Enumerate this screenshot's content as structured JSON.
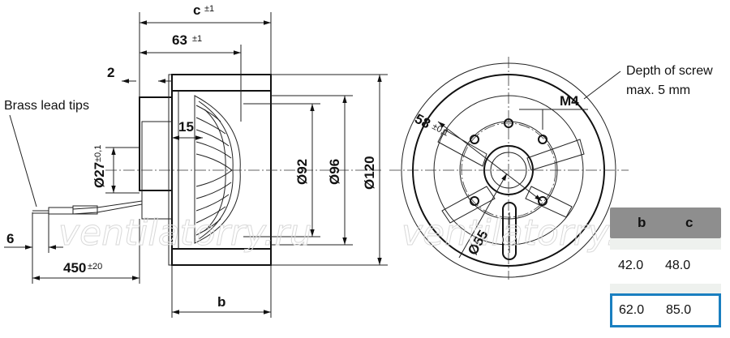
{
  "dimensions": {
    "c": "c",
    "c_tol": "±1",
    "d63": "63",
    "d63_tol": "±1",
    "d2": "2",
    "d15": "15",
    "d27": "Ø27",
    "d27_tol": "±0,1",
    "d92": "Ø92",
    "d96": "Ø96",
    "d120": "Ø120",
    "d6": "6",
    "d450": "450",
    "d450_tol": "±20",
    "b": "b",
    "d58": "58",
    "d58_tol": "±0,1",
    "d55": "Ø55",
    "m4": "M4"
  },
  "notes": {
    "brass": "Brass lead tips",
    "screw_line1": "Depth of screw",
    "screw_line2": "max. 5 mm"
  },
  "watermark": "ventilatorry.ru",
  "table": {
    "headers": [
      "b",
      "c"
    ],
    "rows": [
      [
        "42.0",
        "48.0"
      ],
      [
        "62.0",
        "85.0"
      ]
    ],
    "selected_row": 1
  },
  "colors": {
    "header_bg": "#8e8e8e",
    "selection": "#1a7fc0"
  }
}
